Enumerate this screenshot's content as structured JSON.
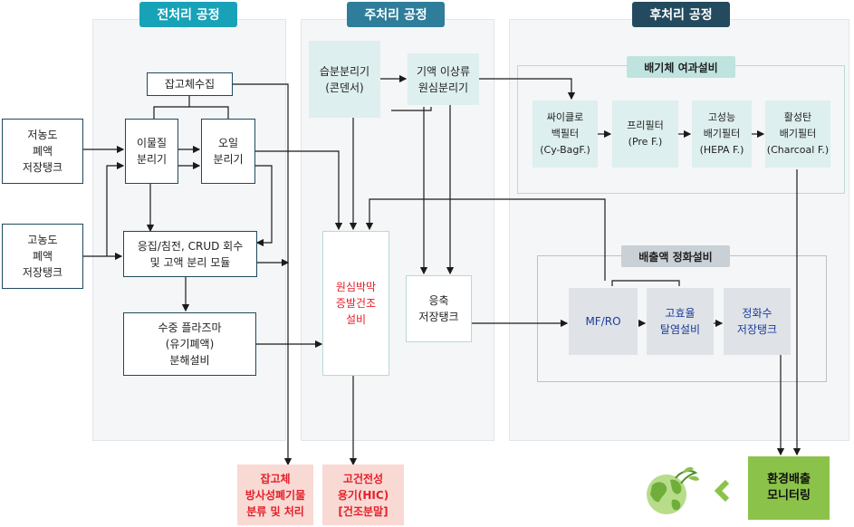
{
  "headers": {
    "pre": "전처리 공정",
    "main": "주처리 공정",
    "post": "후처리 공정"
  },
  "sections": {
    "exhaust": "배기체 여과설비",
    "effluent": "배출액 정화설비"
  },
  "boxes": {
    "solid_collect": "잡고체수집",
    "low_tank": "저농도\n폐액\n저장탱크",
    "high_tank": "고농도\n폐액\n저장탱크",
    "separator": "이물질\n분리기",
    "oil_separator": "오일\n분리기",
    "coag": "응집/침전, CRUD 회수\n및 고액 분리 모듈",
    "plasma": "수중 플라즈마\n(유기폐액)\n분해설비",
    "wet_separator": "습분분리기\n(콘덴서)",
    "gas_liquid": "기액 이상류\n원심분리기",
    "membrane": "원심박막\n증발건조\n설비",
    "concentrate_tank": "응축\n저장탱크",
    "cyclone": "싸이클로\n백필터\n(Cy-BagF.)",
    "prefilter": "프리필터\n(Pre F.)",
    "hepa": "고성능\n배기필터\n(HEPA F.)",
    "charcoal": "활성탄\n배기필터\n(Charcoal F.)",
    "mfro": "MF/RO",
    "desalt": "고효율\n탈염설비",
    "purified_tank": "정화수\n저장탱크",
    "monitoring": "환경배출\n모니터링",
    "solid_waste": "잡고체\n방사성폐기물\n분류 및 처리",
    "hic": "고건전성\n용기(HIC)\n[건조분말]"
  },
  "colors": {
    "header_pre": "#17a2b8",
    "header_main": "#2e7d9a",
    "header_post": "#234a5e",
    "exhaust_bg": "#bfe4e0",
    "effluent_bg": "#c9d0d6",
    "line": "#1b1b1b",
    "green": "#8bc34a",
    "pink": "#f9d9d3",
    "red_text": "#e4202a",
    "blue_text": "#1b3b9a"
  },
  "icons": {
    "globe": "eco-globe-icon",
    "arrow": "chevron-left-icon"
  }
}
